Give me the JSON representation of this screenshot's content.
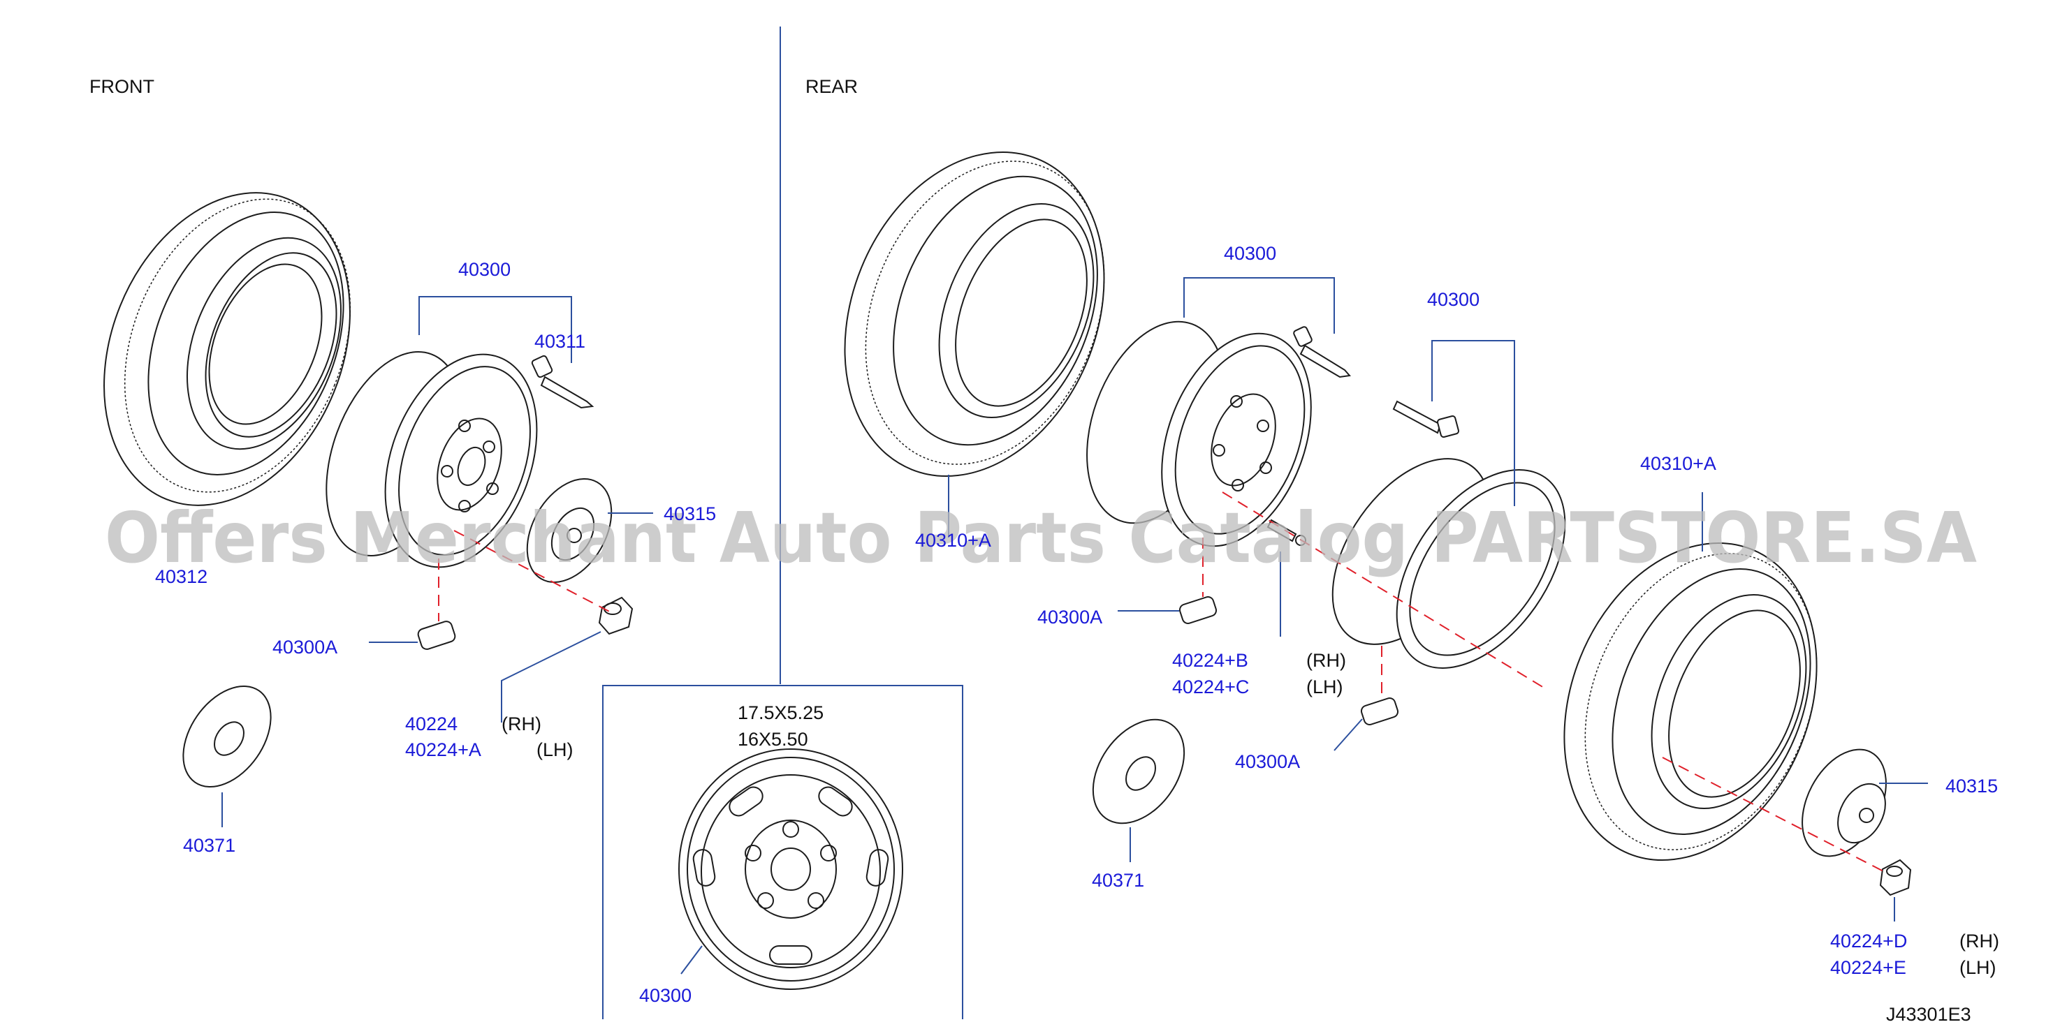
{
  "sections": {
    "front": "FRONT",
    "rear": "REAR"
  },
  "front": {
    "wheel_group": "40300",
    "valve": "40311",
    "hub_cap": "40315",
    "tire": "40312",
    "balance_weight": "40300A",
    "nut_rh": "40224",
    "nut_rh_side": "(RH)",
    "nut_lh": "40224+A",
    "nut_lh_side": "(LH)",
    "washer": "40371"
  },
  "rear": {
    "inner_wheel_group": "40300",
    "outer_wheel_group": "40300",
    "outer_tire": "40310+A",
    "inner_tire": "40310+A",
    "balance_weight_inner": "40300A",
    "balance_weight_outer": "40300A",
    "stud_b": "40224+B",
    "stud_b_side": "(RH)",
    "stud_c": "40224+C",
    "stud_c_side": "(LH)",
    "washer": "40371",
    "hub_cap": "40315",
    "nut_d": "40224+D",
    "nut_d_side": "(RH)",
    "nut_e": "40224+E",
    "nut_e_side": "(LH)"
  },
  "inset": {
    "size_1": "17.5X5.25",
    "size_2": "16X5.50",
    "wheel": "40300"
  },
  "diagram_code": "J43301E3",
  "watermark": "Offers Merchant Auto Parts Catalog PARTSTORE.SA",
  "colors": {
    "label": "#1a1ad8",
    "leader": "#2b4f9e",
    "centerline": "#e0202a",
    "ink": "#1c1c1c"
  }
}
